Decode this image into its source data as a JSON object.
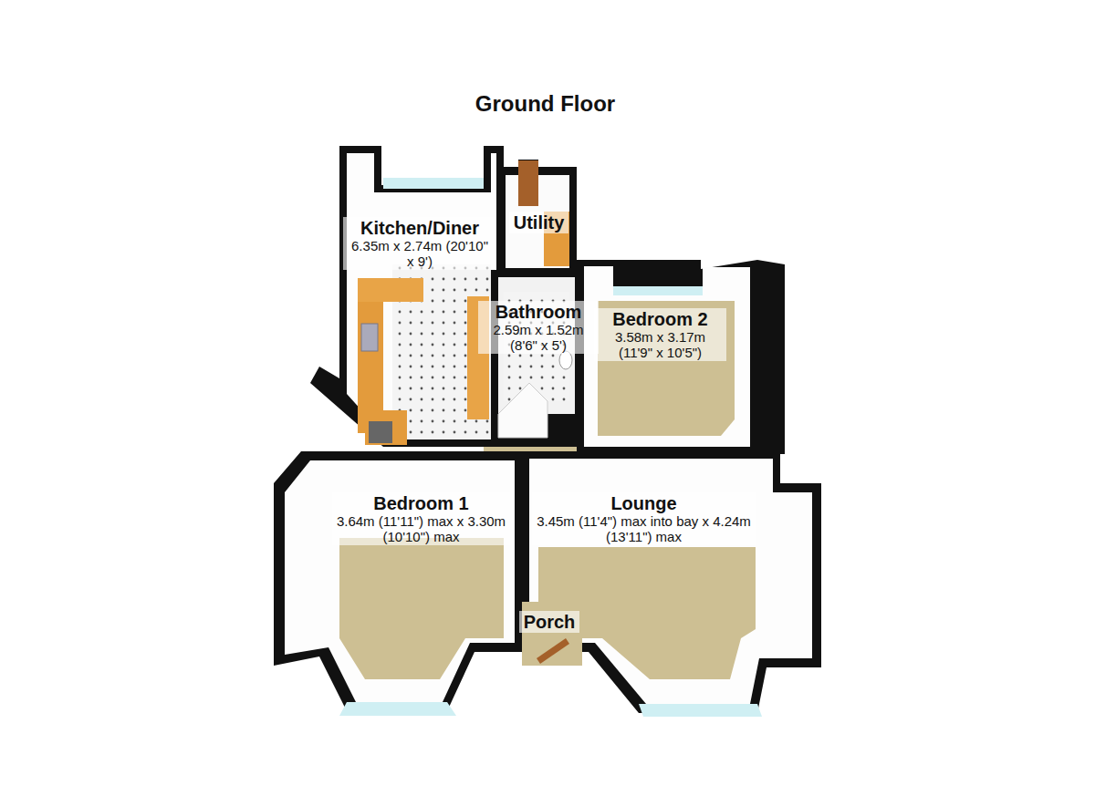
{
  "diagram": {
    "title": "Ground Floor",
    "nodes": [
      {
        "text": [
          "Kitchen/Diner",
          "6.35m x 2.74m (20'10\" x 9')"
        ]
      },
      {
        "text": [
          "Utility"
        ]
      },
      {
        "text": [
          "Bathroom",
          "2.59m x 1.52m (8'6\" x 5')"
        ]
      },
      {
        "text": [
          "Bedroom 2",
          "3.58m x 3.17m (11'9\" x 10'5\")"
        ]
      },
      {
        "text": [
          "Bedroom 1",
          "3.64m (11'11\") max x 3.30m (10'10\") max"
        ]
      },
      {
        "text": [
          "Lounge",
          "3.45m (11'4\") max into bay x 4.24m (13'11\") max"
        ]
      },
      {
        "text": [
          "Porch"
        ]
      }
    ]
  }
}
